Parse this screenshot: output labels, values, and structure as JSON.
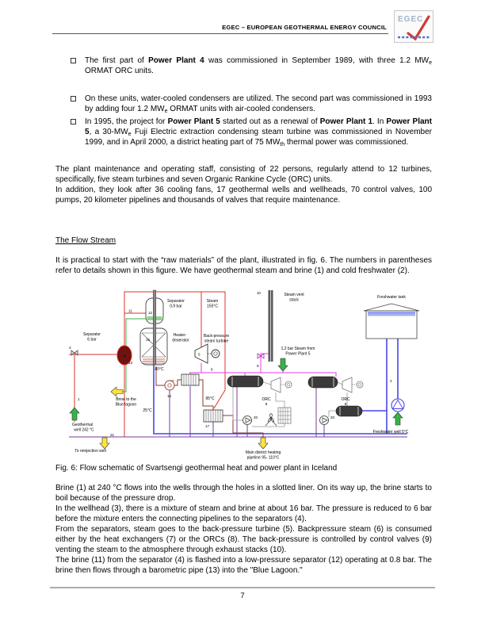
{
  "header": {
    "title": "EGEC – EUROPEAN GEOTHERMAL ENERGY COUNCIL",
    "logo_text": "EGEC"
  },
  "bullets": [
    {
      "segments": [
        {
          "t": "The first part of "
        },
        {
          "t": "Power Plant 4",
          "b": true
        },
        {
          "t": " was commissioned in September 1989, with three 1.2 MW"
        },
        {
          "t": "e",
          "sub": true
        },
        {
          "t": " ORMAT ORC units."
        }
      ]
    },
    {
      "segments": [
        {
          "t": "On these units, water-cooled condensers are utilized. The second part was commissioned in 1993 by adding four 1.2 MW"
        },
        {
          "t": "e",
          "sub": true
        },
        {
          "t": " ORMAT units with air-cooled condensers."
        }
      ]
    },
    {
      "segments": [
        {
          "t": "In 1995, the project for "
        },
        {
          "t": "Power Plant 5",
          "b": true
        },
        {
          "t": " started out as a renewal of "
        },
        {
          "t": "Power Plant 1",
          "b": true
        },
        {
          "t": ". In "
        },
        {
          "t": "Power Plant 5",
          "b": true
        },
        {
          "t": ", a 30-MW"
        },
        {
          "t": "e",
          "sub": true
        },
        {
          "t": " Fuji Electric extraction condensing steam turbine was commissioned in November 1999, and in April 2000, a district heating part of 75 MW"
        },
        {
          "t": "th",
          "sub": true
        },
        {
          "t": " thermal power was commissioned."
        }
      ]
    }
  ],
  "heading": {
    "flow_stream": "The Flow Stream"
  },
  "paragraphs": {
    "staff_1": "The plant maintenance and operating staff, consisting of 22 persons, regularly attend to 12 turbines, specifically, five steam turbines and seven Organic Rankine Cycle (ORC) units.",
    "staff_2": "In addition, they look after 36 cooling fans, 17 geothermal wells and wellheads, 70 control valves, 100 pumps, 20 kilometer pipelines and thousands of valves that require maintenance.",
    "intro": "It is practical to start with the “raw materials” of the plant, illustrated in fig. 6. The numbers in parentheses refer to details shown in this figure. We have geothermal steam and brine (1) and cold freshwater (2).",
    "brine": "Brine (1) at 240 °C flows into the wells through the holes in a slotted liner. On its way up, the brine starts to boil because of the pressure drop.",
    "wellhead": "In the wellhead (3), there is a mixture of steam and brine at about 16 bar. The pressure is reduced to 6 bar before the mixture enters the connecting pipelines to the separators (4).",
    "separators": "From the separators, steam goes to the back-pressure turbine (5). Backpressure steam (6) is consumed either by the heat exchangers (7) or the ORCs (8). The back-pressure is controlled by control valves (9) venting the steam to the atmosphere through exhaust stacks (10).",
    "lagoon": "The brine (11) from the separator (4) is flashed into a low-pressure separator (12) operating at 0.8 bar. The brine then flows through a barometric pipe (13) into the \"Blue Lagoon.\""
  },
  "figure": {
    "caption": "Fig. 6: Flow schematic of Svartsengi geothermal heat and power plant in Iceland",
    "labels": {
      "sep6_1": "Separator",
      "sep6_2": "6 bar",
      "sep09_1": "Separator",
      "sep09_2": "0,9 bar",
      "steam_1": "Steam",
      "steam_2": "155°C",
      "heater_1": "Heater-",
      "heater_2": "deaerator",
      "bpt_1": "Back-pressure",
      "bpt_2": "steam turbine",
      "vent_1": "Steam vent",
      "vent_2": "stack",
      "tank": "Freshwater tank",
      "pp5_1": "1,2 bar Steam  from",
      "pp5_2": "Power Plant 5",
      "lagoon_1": "Brine to the",
      "lagoon_2": "Blue lagoon",
      "geo_1": "Geothermal",
      "geo_2": "well 242 °C",
      "reinject": "To reinjection well",
      "fwwell": "Freshwater well 5°C",
      "district_1": "Main district heating",
      "district_2": "pipeline 95- 110°C",
      "t25": "25°C",
      "t80": "80°C",
      "t95": "95°C",
      "orc": "ORC"
    },
    "numbers": {
      "n1": "1",
      "n2": "2",
      "n3": "3",
      "n4": "4",
      "n5": "5",
      "n6": "6",
      "n8": "8",
      "n9": "9",
      "n10": "10",
      "n11": "11",
      "n12": "12",
      "n13": "13",
      "n15": "15",
      "n16": "16",
      "n17": "17",
      "n20": "20",
      "n21": "21"
    }
  },
  "footer": {
    "page_number": "7"
  },
  "colors": {
    "steam_red": "#e03127",
    "brine_maroon": "#8b3a2a",
    "freshwater_blue": "#4646e8",
    "condensate_purple": "#7a3e99",
    "backpressure_magenta": "#e53ce5",
    "lagoon_green": "#35b44a",
    "arrow_yellow": "#ffe23e",
    "logo_check_red": "#d43a2f",
    "logo_dash_blue": "#4a6fd4"
  }
}
